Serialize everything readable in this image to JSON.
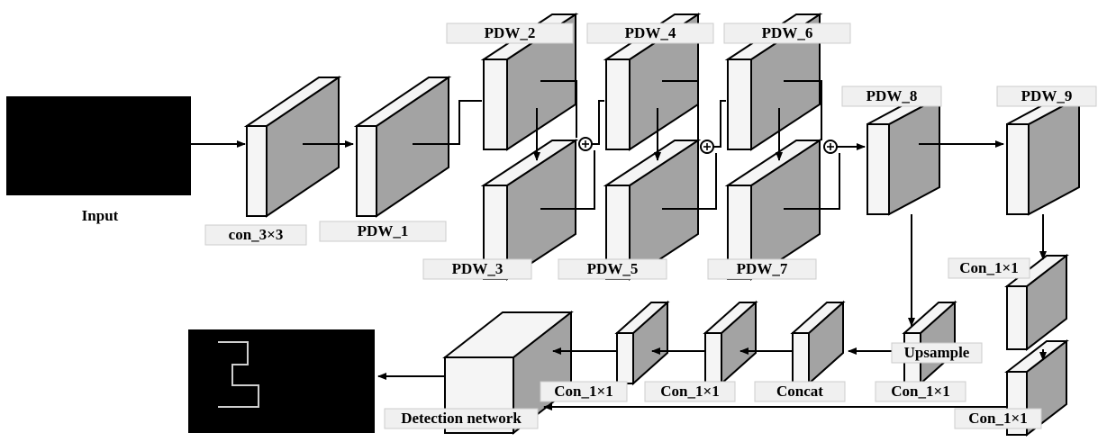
{
  "colors": {
    "face": "#a3a3a3",
    "front": "#f5f5f5",
    "stroke": "#000000",
    "image": "#000000",
    "label_box": "#f0f0f0"
  },
  "labels": {
    "input": "Input",
    "conv3": "con_3×3",
    "pdw1": "PDW_1",
    "pdw2": "PDW_2",
    "pdw3": "PDW_3",
    "pdw4": "PDW_4",
    "pdw5": "PDW_5",
    "pdw6": "PDW_6",
    "pdw7": "PDW_7",
    "pdw8": "PDW_8",
    "pdw9": "PDW_9",
    "con1x1_a": "Con_1×1",
    "con1x1_b": "Con_1×1",
    "upsample": "Upsample",
    "con1x1_c": "Con_1×1",
    "concat": "Concat",
    "con1x1_d": "Con_1×1",
    "con1x1_e": "Con_1×1",
    "detection": "Detection network"
  },
  "icons": {
    "add": "circled-plus-icon"
  }
}
